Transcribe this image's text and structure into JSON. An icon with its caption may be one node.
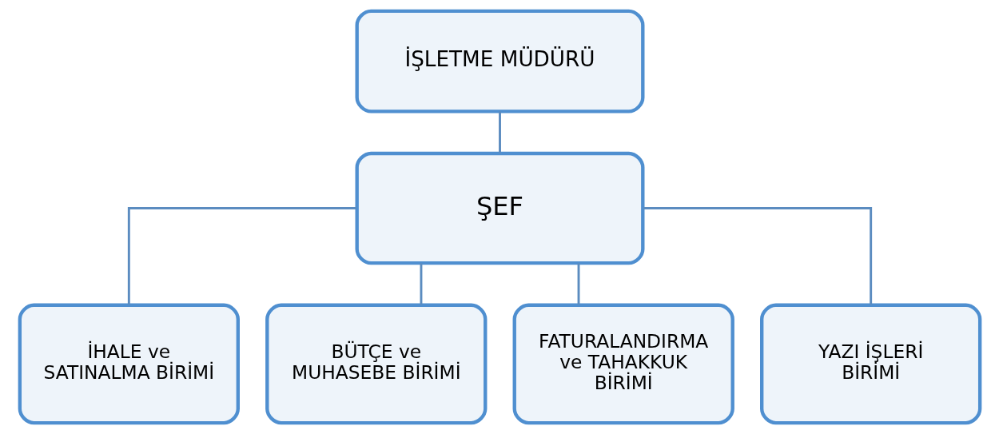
{
  "diagram": {
    "nodes": [
      {
        "text": [
          "İŞLETME MÜDÜRÜ"
        ]
      },
      {
        "text": [
          "ŞEF"
        ]
      },
      {
        "text": [
          "İHALE ve SATINALMA BİRİMİ"
        ]
      },
      {
        "text": [
          "BÜTÇE ve MUHASEBE BİRİMİ"
        ]
      },
      {
        "text": [
          "FATURALANDIRMA ve TAHAKKUK BİRİMİ"
        ]
      },
      {
        "text": [
          "YAZI İŞLERİ BİRİMİ"
        ]
      }
    ],
    "edges": [
      {
        "from": 0,
        "to": 1,
        "arrow": "none"
      },
      {
        "from": 1,
        "to": 2,
        "arrow": "none"
      },
      {
        "from": 1,
        "to": 3,
        "arrow": "none"
      },
      {
        "from": 1,
        "to": 4,
        "arrow": "none"
      },
      {
        "from": 1,
        "to": 5,
        "arrow": "none"
      }
    ]
  }
}
